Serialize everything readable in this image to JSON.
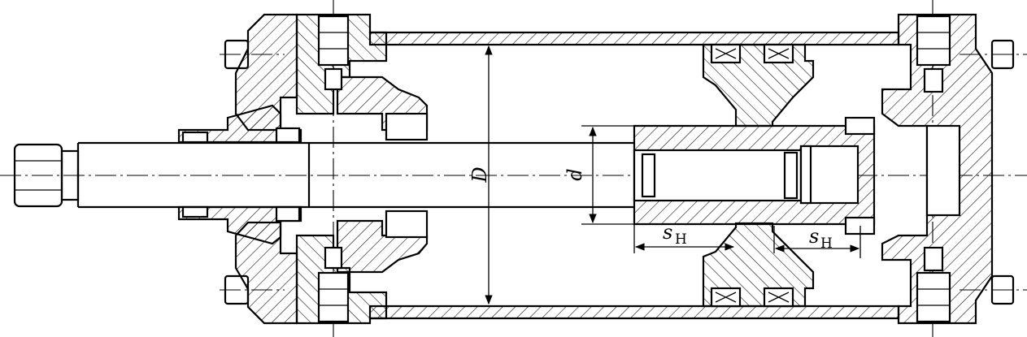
{
  "labels": {
    "bore_diameter": "D",
    "rod_diameter": "d",
    "width_left_main": "s",
    "width_left_sub": "H",
    "width_right_main": "s",
    "width_right_sub": "H"
  }
}
